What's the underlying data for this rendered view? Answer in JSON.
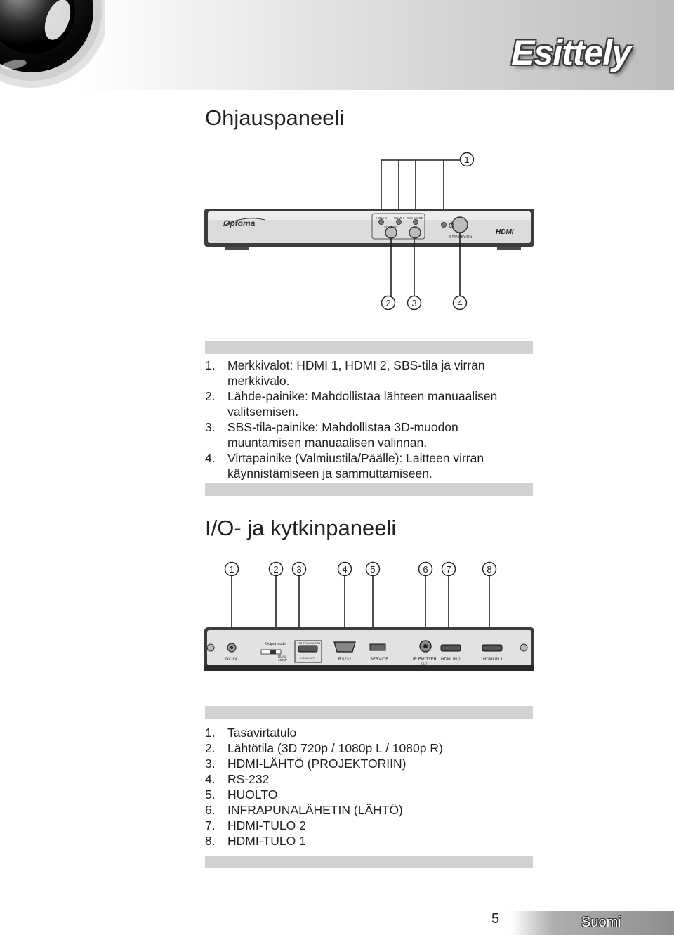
{
  "header": {
    "chapter_title": "Esittely"
  },
  "control_panel": {
    "title": "Ohjauspaneeli",
    "device": {
      "brand": "Optoma",
      "led_hdmi1": "HDMI 1",
      "led_hdmi2": "HDMI 2",
      "led_sbs": "SBS MODE",
      "source_label": "SOURCE",
      "standby_label": "STANDBY/ON",
      "hdmi_logo": "HDMI"
    },
    "callouts": [
      "1",
      "2",
      "3",
      "4"
    ],
    "items": [
      {
        "num": "1.",
        "text": "Merkkivalot: HDMI 1, HDMI 2, SBS-tila ja virran merkkivalo."
      },
      {
        "num": "2.",
        "text": "Lähde-painike: Mahdollistaa lähteen manuaalisen valitsemisen."
      },
      {
        "num": "3.",
        "text": "SBS-tila-painike: Mahdollistaa 3D-muodon muuntamisen manuaalisen valinnan."
      },
      {
        "num": "4.",
        "text": "Virtapainike (Valmiustila/Päälle): Laitteen virran käynnistämiseen ja sammuttamiseen."
      }
    ]
  },
  "io_panel": {
    "title": "I/O- ja kytkinpaneeli",
    "device": {
      "dc_in": "DC IN",
      "output_mode": "Output mode",
      "dual": "DUAL",
      "p1080": "1080P",
      "to_projector": "TO PROJECTOR",
      "hdmi_out": "HDMI OUT",
      "rs232": "RS232",
      "service": "SERVICE",
      "ir_emitter": "IR EMITTER",
      "out": "OUT",
      "hdmi_in2": "HDMI IN 2",
      "hdmi_in1": "HDMI IN 1"
    },
    "callouts": [
      "1",
      "2",
      "3",
      "4",
      "5",
      "6",
      "7",
      "8"
    ],
    "items": [
      {
        "num": "1.",
        "text": "Tasavirtatulo"
      },
      {
        "num": "2.",
        "text": "Lähtötila (3D 720p / 1080p L / 1080p R)"
      },
      {
        "num": "3.",
        "text": "HDMI-LÄHTÖ (PROJEKTORIIN)"
      },
      {
        "num": "4.",
        "text": "RS-232"
      },
      {
        "num": "5.",
        "text": "HUOLTO"
      },
      {
        "num": "6.",
        "text": "INFRAPUNALÄHETIN (LÄHTÖ)"
      },
      {
        "num": "7.",
        "text": "HDMI-TULO 2"
      },
      {
        "num": "8.",
        "text": "HDMI-TULO 1"
      }
    ]
  },
  "footer": {
    "page_number": "5",
    "language": "Suomi"
  }
}
